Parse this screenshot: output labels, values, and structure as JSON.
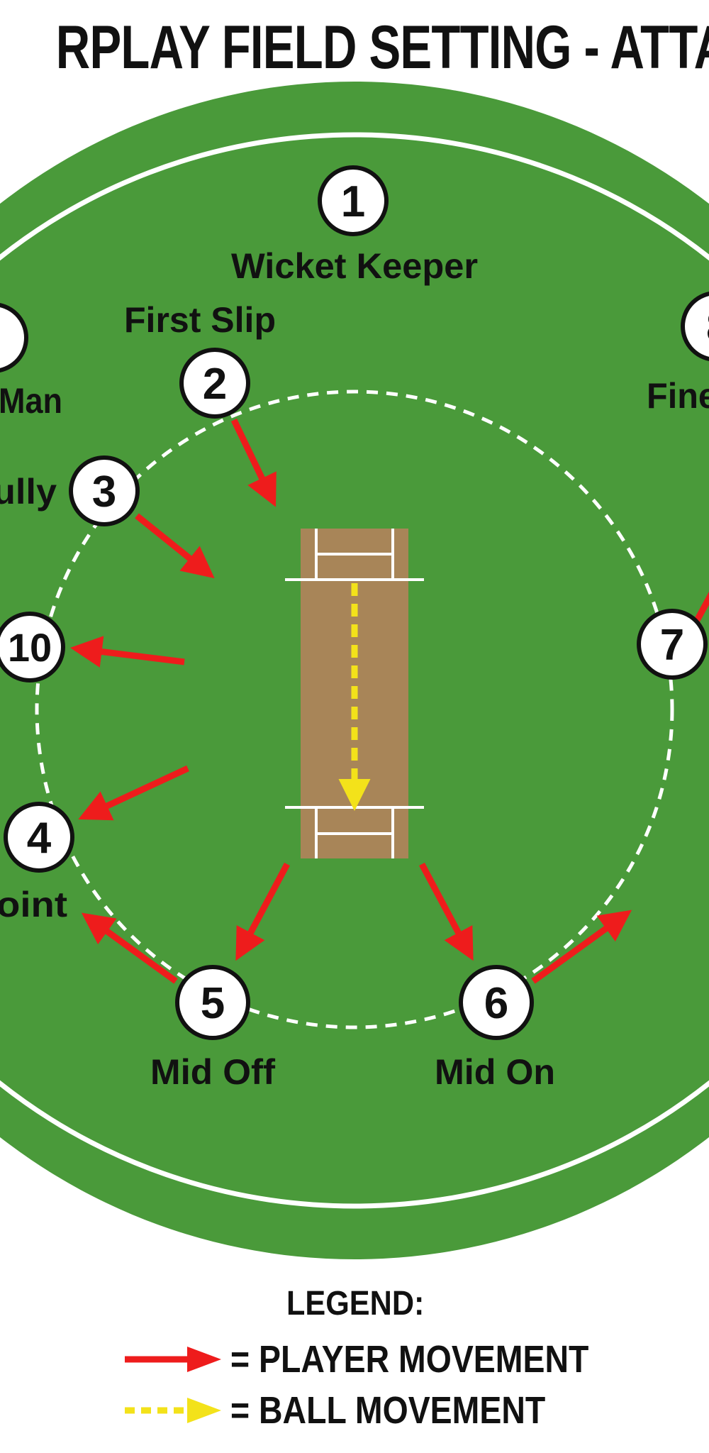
{
  "title": "RPLAY FIELD SETTING - ATTA",
  "colors": {
    "grass": "#4a9a3a",
    "pitch": "#a88558",
    "player_arrow": "#ee1c1c",
    "ball_arrow": "#f3e21a",
    "line": "#ffffff"
  },
  "fielders": [
    {
      "number": "1",
      "label": "Wicket Keeper"
    },
    {
      "number": "2",
      "label": "First Slip"
    },
    {
      "number": "3",
      "label": "ully"
    },
    {
      "number": "4",
      "label": "oint"
    },
    {
      "number": "5",
      "label": "Mid Off"
    },
    {
      "number": "6",
      "label": "Mid On"
    },
    {
      "number": "7",
      "label": ""
    },
    {
      "number": "8",
      "label": "Fine"
    },
    {
      "number": "",
      "label": "Man"
    },
    {
      "number": "10",
      "label": ""
    }
  ],
  "legend": {
    "title": "LEGEND:",
    "player_movement": "= PLAYER MOVEMENT",
    "ball_movement": "= BALL MOVEMENT",
    "player_arrow_icon": "red-solid-arrow-icon",
    "ball_arrow_icon": "yellow-dashed-arrow-icon"
  }
}
